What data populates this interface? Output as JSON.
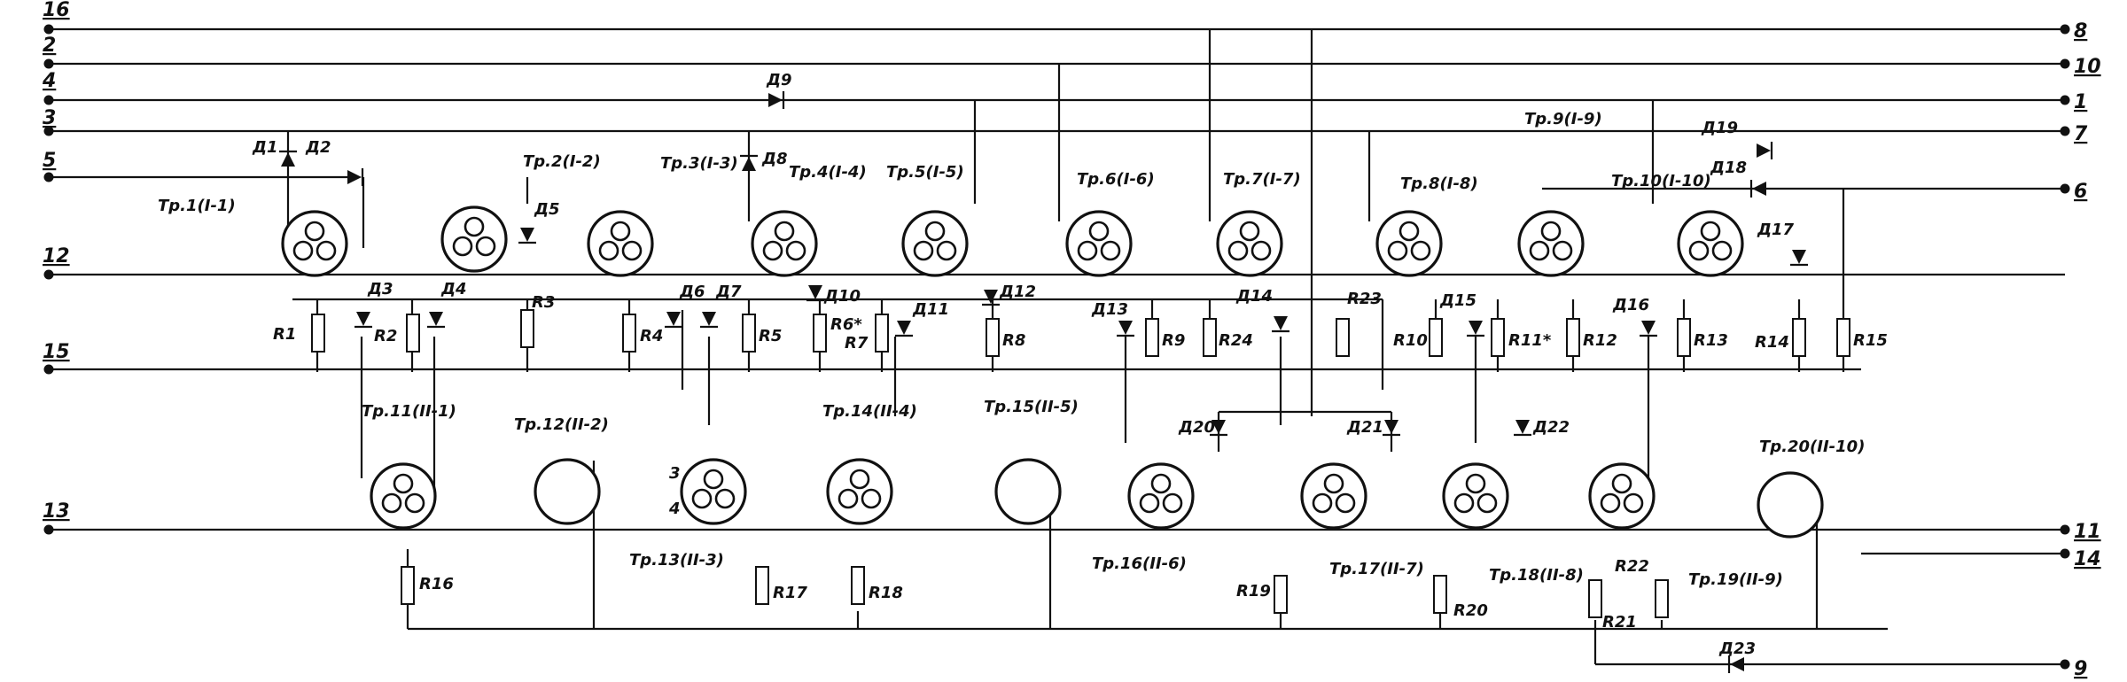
{
  "terminals_left": [
    "16",
    "2",
    "4",
    "3",
    "5",
    "12",
    "15",
    "13"
  ],
  "terminals_right": [
    "8",
    "10",
    "1",
    "7",
    "6",
    "11",
    "14",
    "9"
  ],
  "transistors_top": [
    "Tp.1(I-1)",
    "Tp.2(I-2)",
    "Tp.3(I-3)",
    "Tp.4(I-4)",
    "Tp.5(I-5)",
    "Tp.6(I-6)",
    "Tp.7(I-7)",
    "Tp.8(I-8)",
    "Tp.9(I-9)",
    "Tp.10(I-10)"
  ],
  "transistors_bottom": [
    "Tp.11(II-1)",
    "Tp.12(II-2)",
    "Tp.13(II-3)",
    "Tp.14(II-4)",
    "Tp.15(II-5)",
    "Tp.16(II-6)",
    "Tp.17(II-7)",
    "Tp.18(II-8)",
    "Tp.19(II-9)",
    "Tp.20(II-10)"
  ],
  "diodes": [
    "Д1",
    "Д2",
    "Д3",
    "Д4",
    "Д5",
    "Д6",
    "Д7",
    "Д8",
    "Д9",
    "Д10",
    "Д11",
    "Д12",
    "Д13",
    "Д14",
    "Д15",
    "Д16",
    "Д17",
    "Д18",
    "Д19",
    "Д20",
    "Д21",
    "Д22",
    "Д23"
  ],
  "resistors": [
    "R1",
    "R2",
    "R3",
    "R4",
    "R5",
    "R6*",
    "R7",
    "R8",
    "R9",
    "R10",
    "R11*",
    "R12",
    "R13",
    "R14",
    "R15",
    "R16",
    "R17",
    "R18",
    "R19",
    "R20",
    "R21",
    "R22",
    "R23",
    "R24"
  ],
  "pin_labels": [
    "3",
    "4"
  ]
}
